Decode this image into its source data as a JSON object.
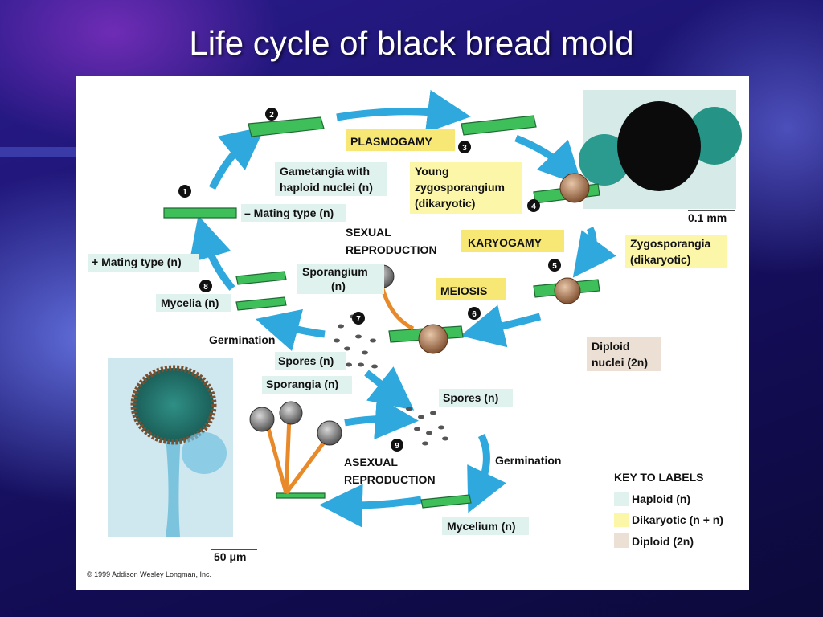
{
  "slide": {
    "title": "Life cycle of black bread mold"
  },
  "diagram": {
    "steps": [
      "1",
      "2",
      "3",
      "4",
      "5",
      "6",
      "7",
      "8",
      "9"
    ],
    "labels": {
      "gametangia_1": "Gametangia with",
      "gametangia_2": "haploid nuclei (n)",
      "young_1": "Young",
      "young_2": "zygosporangium",
      "young_3": "(dikaryotic)",
      "minus_mating": "– Mating type (n)",
      "plus_mating": "+ Mating type (n)",
      "zygo_1": "Zygosporangia",
      "zygo_2": "(dikaryotic)",
      "scale_top": "0.1 mm",
      "sporangium_1": "Sporangium",
      "sporangium_2": "(n)",
      "mycelia": "Mycelia (n)",
      "germination_top": "Germination",
      "spores_left": "Spores (n)",
      "spores_right": "Spores (n)",
      "sporangia": "Sporangia (n)",
      "diploid_1": "Diploid",
      "diploid_2": "nuclei (2n)",
      "germination_bottom": "Germination",
      "mycelium": "Mycelium (n)",
      "scale_bottom": "50 μm"
    },
    "headings": {
      "plasmogamy": "PLASMOGAMY",
      "karyogamy": "KARYOGAMY",
      "meiosis": "MEIOSIS",
      "sexual_1": "SEXUAL",
      "sexual_2": "REPRODUCTION",
      "asexual_1": "ASEXUAL",
      "asexual_2": "REPRODUCTION"
    },
    "key": {
      "title": "KEY TO LABELS",
      "items": [
        {
          "label": "Haploid (n)",
          "color": "#e0f2ee"
        },
        {
          "label": "Dikaryotic (n + n)",
          "color": "#fbf6a8"
        },
        {
          "label": "Diploid (2n)",
          "color": "#ece0d4"
        }
      ]
    },
    "copyright": "© 1999 Addison Wesley Longman, Inc.",
    "colors": {
      "arrow": "#2ea8dd",
      "hyphae": "#3fbf5a",
      "haploid_box": "#e0f2ee",
      "dikaryotic_box": "#fbf6a8",
      "diploid_box": "#ece0d4",
      "heading_box": "#f7e876"
    }
  }
}
